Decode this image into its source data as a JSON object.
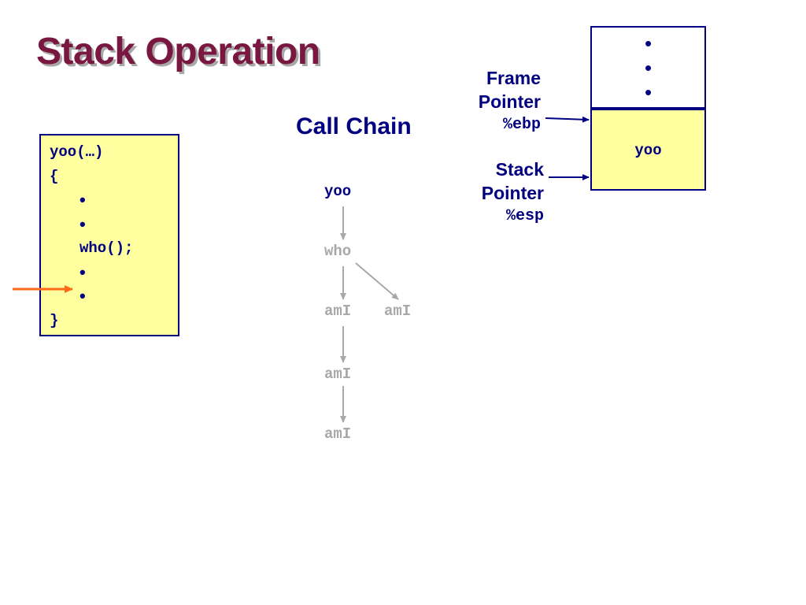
{
  "slide": {
    "title": "Stack Operation"
  },
  "code": {
    "lines": [
      "yoo(…)",
      "{",
      "•",
      "•",
      "who();",
      "•",
      "•",
      "}"
    ]
  },
  "call_chain": {
    "title": "Call Chain",
    "nodes": [
      "yoo",
      "who",
      "amI",
      "amI",
      "amI",
      "amI"
    ]
  },
  "frame_pointer": {
    "line1": "Frame",
    "line2": "Pointer",
    "register": "%ebp"
  },
  "stack_pointer": {
    "line1": "Stack",
    "line2": "Pointer",
    "register": "%esp"
  },
  "stack": {
    "ellipsis": [
      "•",
      "•",
      "•"
    ],
    "frame_label": "yoo"
  },
  "colors": {
    "title": "#7a1740",
    "navy": "#000080",
    "box_fill": "#ffffa0",
    "inactive": "#a8a8a8",
    "pc_arrow": "#ff6a14"
  }
}
